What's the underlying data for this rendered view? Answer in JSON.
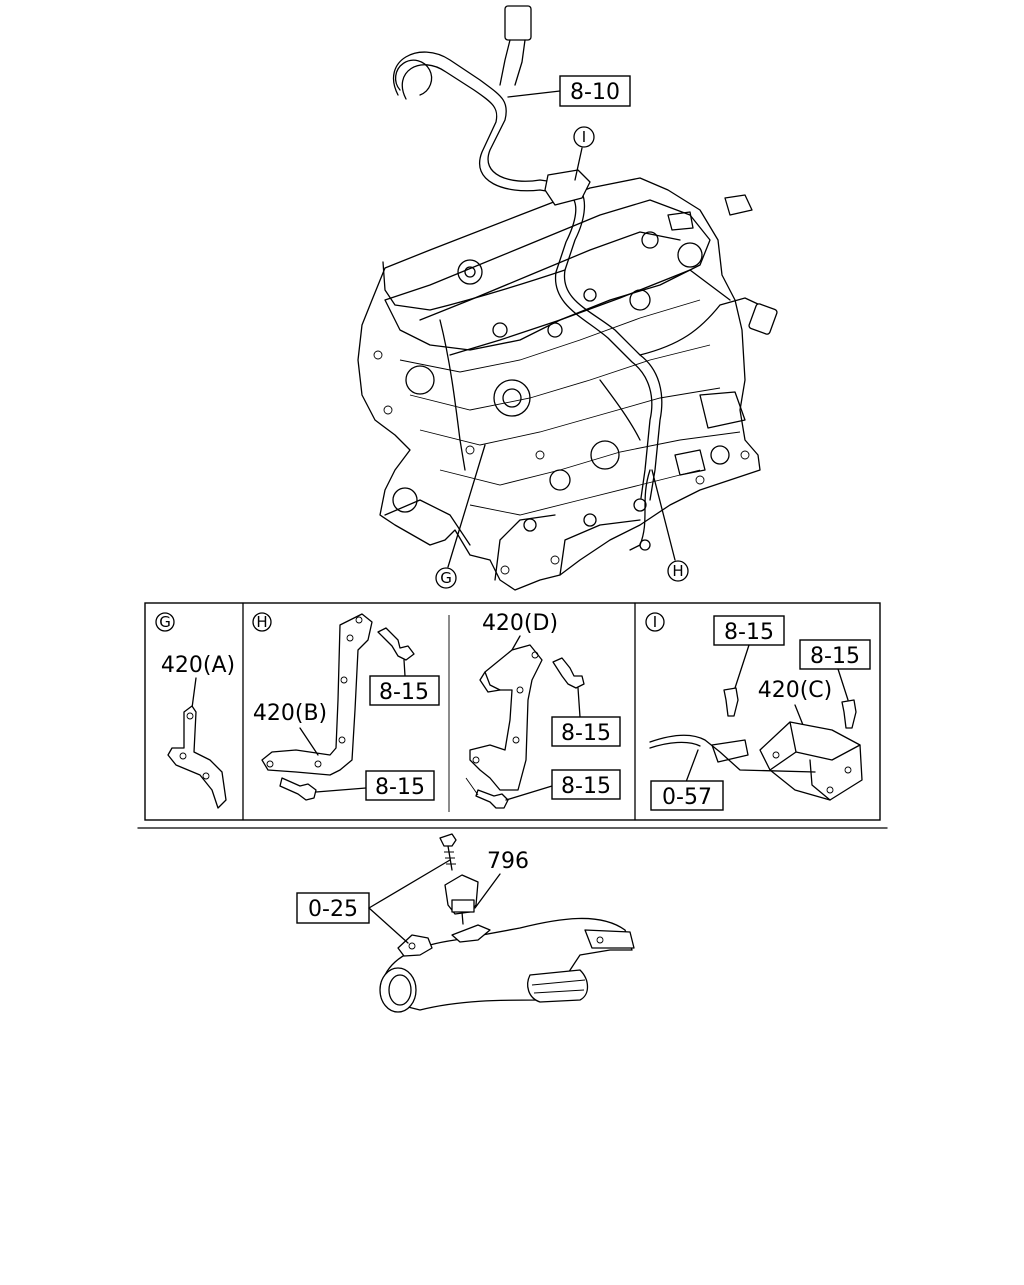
{
  "callouts": {
    "harness_ref": "8-10",
    "view_g": "G",
    "view_h": "H",
    "view_i": "I",
    "panel_g_title": "G",
    "panel_g_part": "420(A)",
    "panel_h_title": "H",
    "panel_h_part_b": "420(B)",
    "panel_h_bolt_1": "8-15",
    "panel_h_bolt_2": "8-15",
    "panel_d_part": "420(D)",
    "panel_d_bolt_1": "8-15",
    "panel_d_bolt_2": "8-15",
    "panel_i_title": "I",
    "panel_i_bolt_1": "8-15",
    "panel_i_bolt_2": "8-15",
    "panel_i_part_c": "420(C)",
    "panel_i_ref": "0-57",
    "pipe_ref": "0-25",
    "sensor_part": "796"
  }
}
